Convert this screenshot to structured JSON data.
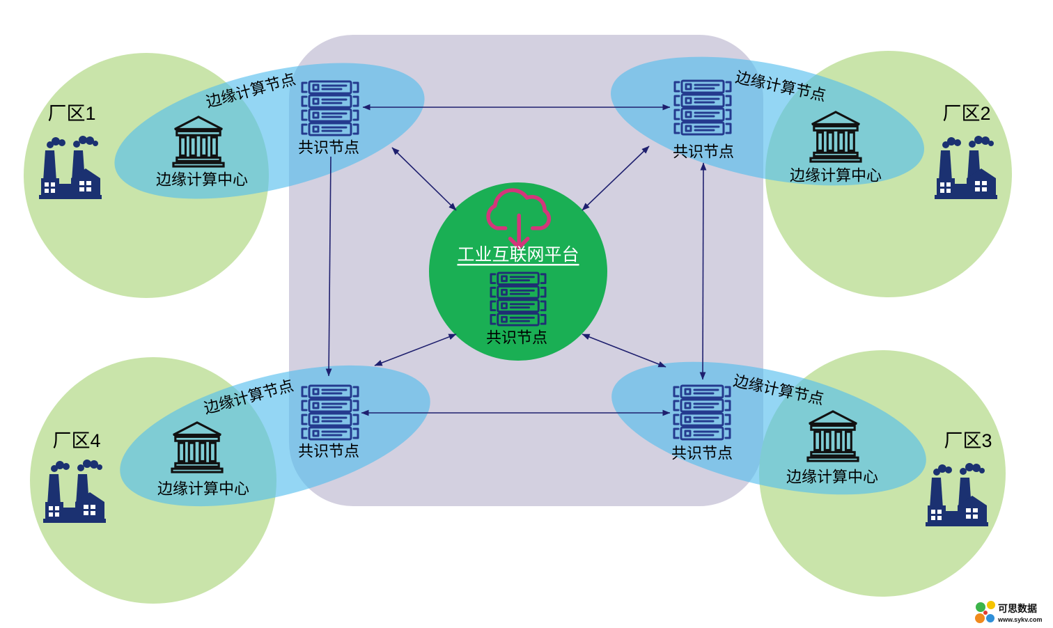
{
  "platform": {
    "title": "工业互联网平台",
    "consensus_node_label": "共识节点"
  },
  "zones": [
    {
      "label": "厂区1",
      "edge_node_label": "边缘计算节点",
      "consensus_node_label": "共识节点",
      "edge_center_label": "边缘计算中心"
    },
    {
      "label": "厂区2",
      "edge_node_label": "边缘计算节点",
      "consensus_node_label": "共识节点",
      "edge_center_label": "边缘计算中心"
    },
    {
      "label": "厂区3",
      "edge_node_label": "边缘计算节点",
      "consensus_node_label": "共识节点",
      "edge_center_label": "边缘计算中心"
    },
    {
      "label": "厂区4",
      "edge_node_label": "边缘计算节点",
      "consensus_node_label": "共识节点",
      "edge_center_label": "边缘计算中心"
    }
  ],
  "icons": {
    "factory": "factory-icon",
    "edge_center": "bank-building-icon",
    "consensus_node": "server-rack-icon",
    "platform": "cloud-download-icon"
  },
  "colors": {
    "zone_fill": "#c9e4aa",
    "platform_area": "#d3d0e0",
    "edge_ellipse": "#52bdee",
    "platform_circle": "#1aaf54",
    "server_icon": "#243a8e",
    "platform_server_icon": "#1f2f73",
    "bank_icon": "#111111",
    "factory_icon": "#1b3171",
    "cloud_icon": "#d4367b",
    "arrow": "#1e1f6e",
    "label_text": "#000000",
    "platform_text": "#ffffff"
  },
  "watermark": {
    "name": "可思数据",
    "url": "www.sykv.com"
  }
}
